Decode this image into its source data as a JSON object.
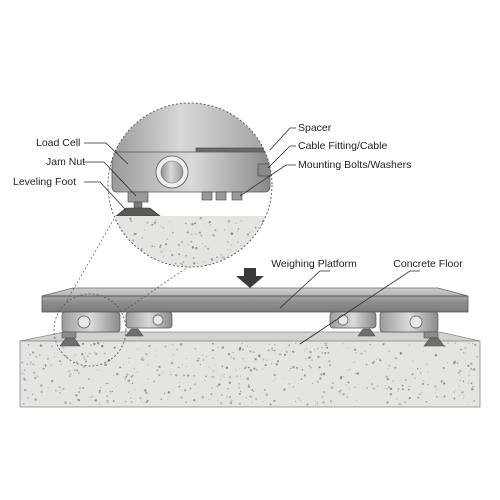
{
  "labels": {
    "load_cell": "Load Cell",
    "jam_nut": "Jam Nut",
    "leveling_foot": "Leveling Foot",
    "spacer": "Spacer",
    "cable_fitting": "Cable Fitting/Cable",
    "mounting_bolts": "Mounting Bolts/Washers",
    "weighing_platform": "Weighing Platform",
    "concrete_floor": "Concrete Floor"
  },
  "colors": {
    "steel_light": "#d9d9d9",
    "steel_mid": "#a8a8a8",
    "steel_dark": "#6e6e6e",
    "concrete": "#e4e4e0",
    "speckle": "#7a7a76",
    "arrow": "#3a3a3a"
  }
}
